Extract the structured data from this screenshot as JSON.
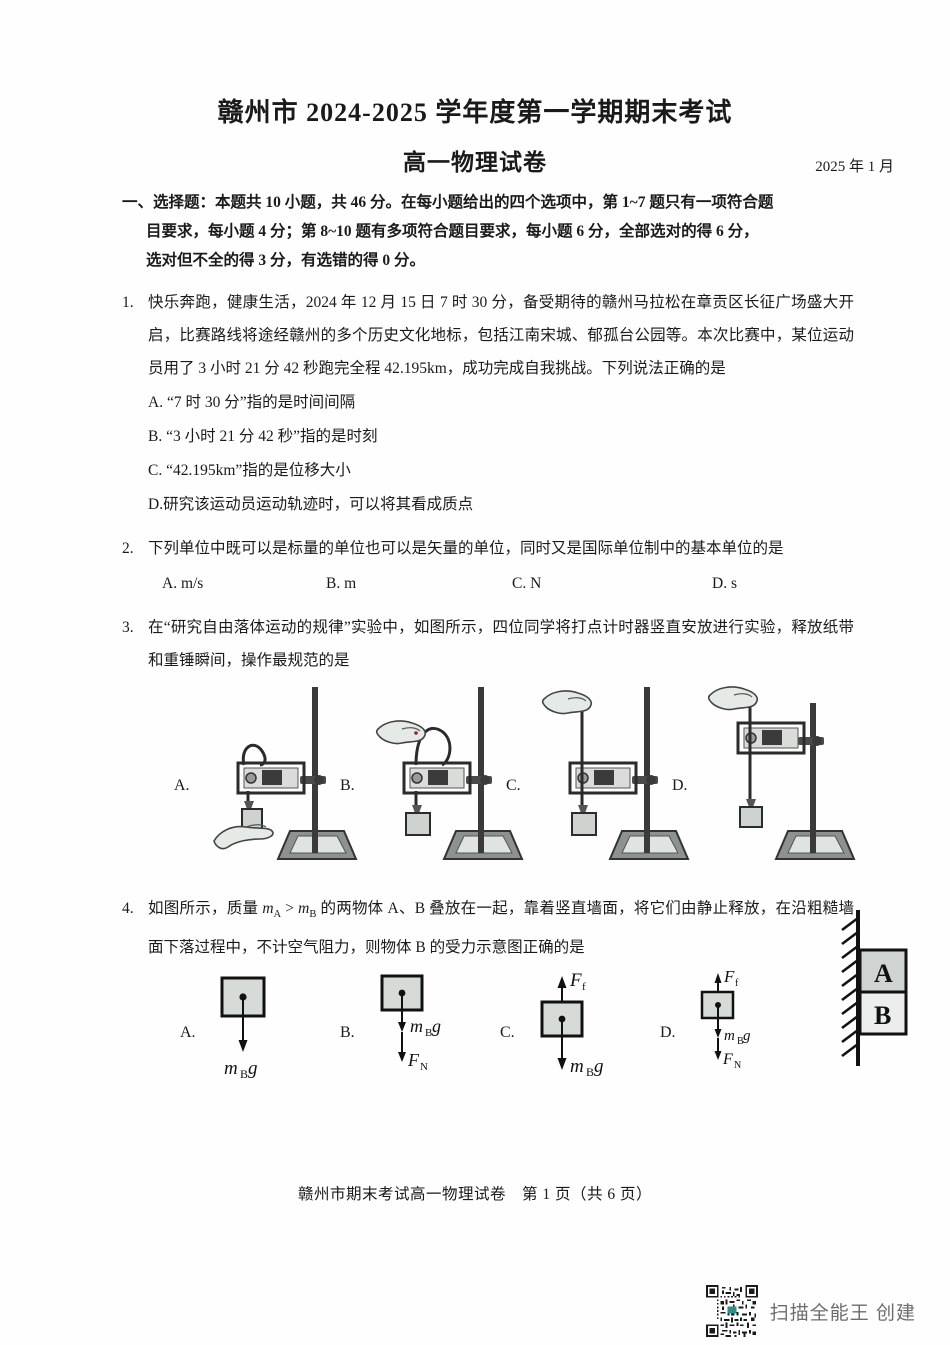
{
  "header": {
    "title": "赣州市 2024-2025 学年度第一学期期末考试",
    "subtitle": "高一物理试卷",
    "date": "2025 年 1 月"
  },
  "section": {
    "intro_line1": "一、选择题：本题共 10 小题，共 46 分。在每小题给出的四个选项中，第 1~7 题只有一项符合题",
    "intro_line2": "目要求，每小题 4 分；第 8~10 题有多项符合题目要求，每小题 6 分，全部选对的得 6 分，",
    "intro_line3": "选对但不全的得 3 分，有选错的得 0 分。"
  },
  "questions": [
    {
      "num": "1.",
      "stem": "快乐奔跑，健康生活，2024 年 12 月 15 日 7 时 30 分，备受期待的赣州马拉松在章贡区长征广场盛大开启，比赛路线将途经赣州的多个历史文化地标，包括江南宋城、郁孤台公园等。本次比赛中，某位运动员用了 3 小时 21 分 42 秒跑完全程 42.195km，成功完成自我挑战。下列说法正确的是",
      "options": [
        "A. “7 时 30 分”指的是时间间隔",
        "B. “3 小时 21 分 42 秒”指的是时刻",
        "C. “42.195km”指的是位移大小",
        "D.研究该运动员运动轨迹时，可以将其看成质点"
      ]
    },
    {
      "num": "2.",
      "stem": "下列单位中既可以是标量的单位也可以是矢量的单位，同时又是国际单位制中的基本单位的是",
      "options": [
        "A. m/s",
        "B. m",
        "C. N",
        "D. s"
      ]
    },
    {
      "num": "3.",
      "stem": "在“研究自由落体运动的规律”实验中，如图所示，四位同学将打点计时器竖直安放进行实验，释放纸带和重锤瞬间，操作最规范的是",
      "figure_labels": [
        "A.",
        "B.",
        "C.",
        "D."
      ],
      "figure_names": [
        "timer-setup-hand-holds-weight",
        "timer-setup-hand-holds-tape-top",
        "timer-setup-hand-holds-tape-above-timer",
        "timer-setup-timer-high-hand-on-tape"
      ]
    },
    {
      "num": "4.",
      "stem_part1": "如图所示，质量 ",
      "stem_math1": "m",
      "stem_math1_sub": "A",
      "stem_part2": " > ",
      "stem_math2": "m",
      "stem_math2_sub": "B",
      "stem_part3": " 的两物体 A、B 叠放在一起，靠着竖直墙面，将它们由静止释放，在沿粗糙墙面下落过程中，不计空气阻力，则物体 B 的受力示意图正确的是",
      "wall_blocks": [
        "A",
        "B"
      ],
      "options": [
        {
          "label": "A.",
          "forces": [
            {
              "dir": "down",
              "text": "m_Bg"
            }
          ]
        },
        {
          "label": "B.",
          "forces": [
            {
              "dir": "down",
              "text": "m_Bg"
            },
            {
              "dir": "down",
              "text": "F_N"
            }
          ]
        },
        {
          "label": "C.",
          "forces": [
            {
              "dir": "up",
              "text": "F_f"
            },
            {
              "dir": "down",
              "text": "m_Bg"
            }
          ]
        },
        {
          "label": "D.",
          "forces": [
            {
              "dir": "up",
              "text": "F_f"
            },
            {
              "dir": "down",
              "text": "m_Bg"
            },
            {
              "dir": "down",
              "text": "F_N"
            }
          ]
        }
      ]
    }
  ],
  "labels": {
    "mBg": "m",
    "mBg_sub": "B",
    "mBg_tail": "g",
    "FN": "F",
    "FN_sub": "N",
    "Ff": "F",
    "Ff_sub": "f"
  },
  "footer": {
    "text": "赣州市期末考试高一物理试卷　第 1 页（共 6 页）"
  },
  "watermark": {
    "text": "扫描全能王 创建",
    "icon": "qr-code-icon",
    "color": "#6d6d6d"
  }
}
